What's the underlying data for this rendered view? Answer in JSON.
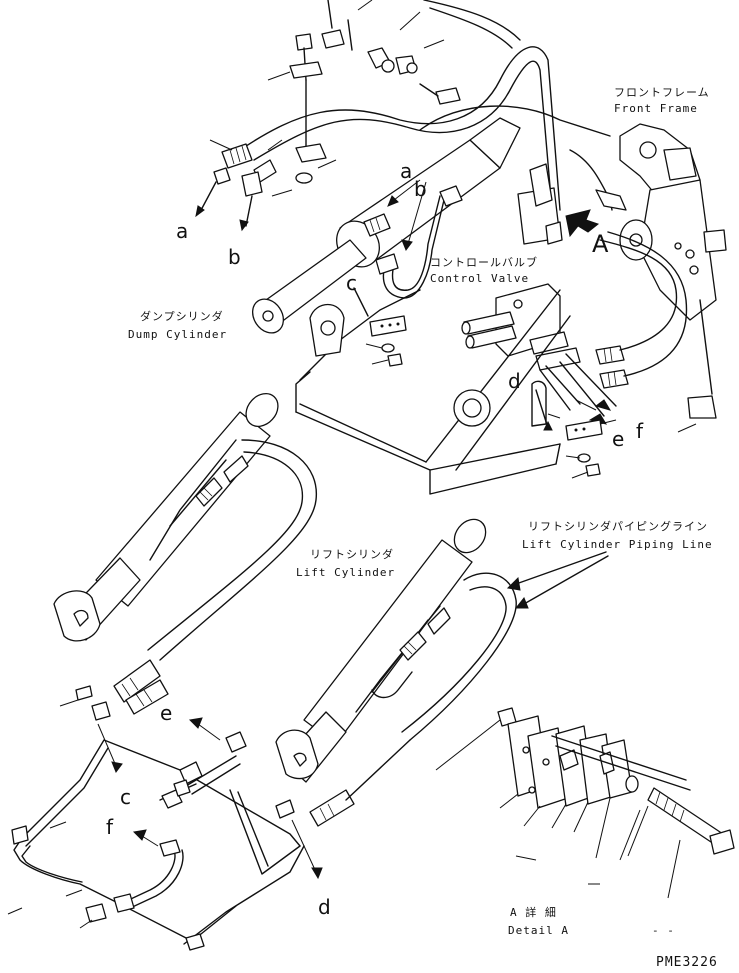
{
  "labels": {
    "front_frame_jp": "フロントフレーム",
    "front_frame_en": "Front Frame",
    "control_valve_jp": "コントロールバルブ",
    "control_valve_en": "Control Valve",
    "dump_cylinder_jp": "ダンプシリンダ",
    "dump_cylinder_en": "Dump Cylinder",
    "lift_cylinder_jp": "リフトシリンダ",
    "lift_cylinder_en": "Lift Cylinder",
    "lift_piping_jp": "リフトシリンダパイピングライン",
    "lift_piping_en": "Lift Cylinder Piping Line",
    "detail_jp": "A 詳 細",
    "detail_en": "Detail A",
    "detail_dash": "- -",
    "drawing_code": "PME3226"
  },
  "callouts": {
    "a": "a",
    "b": "b",
    "c": "c",
    "d": "d",
    "e": "e",
    "f": "f",
    "view_a": "A"
  }
}
